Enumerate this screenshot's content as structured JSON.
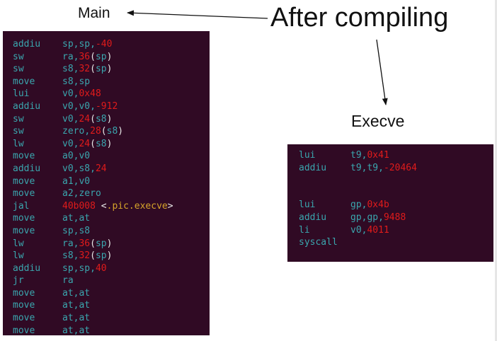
{
  "labels": {
    "main": "Main",
    "after_compiling": "After compiling",
    "execve": "Execve"
  },
  "main_code": [
    {
      "op": "addiu",
      "args": [
        {
          "t": "reg",
          "v": "sp"
        },
        {
          "t": "punc",
          "v": ","
        },
        {
          "t": "reg",
          "v": "sp"
        },
        {
          "t": "punc",
          "v": ","
        },
        {
          "t": "num",
          "v": "-40"
        }
      ]
    },
    {
      "op": "sw",
      "args": [
        {
          "t": "reg",
          "v": "ra"
        },
        {
          "t": "punc",
          "v": ","
        },
        {
          "t": "num",
          "v": "36"
        },
        {
          "t": "paren",
          "v": "("
        },
        {
          "t": "reg",
          "v": "sp"
        },
        {
          "t": "paren",
          "v": ")"
        }
      ]
    },
    {
      "op": "sw",
      "args": [
        {
          "t": "reg",
          "v": "s8"
        },
        {
          "t": "punc",
          "v": ","
        },
        {
          "t": "num",
          "v": "32"
        },
        {
          "t": "paren",
          "v": "("
        },
        {
          "t": "reg",
          "v": "sp"
        },
        {
          "t": "paren",
          "v": ")"
        }
      ]
    },
    {
      "op": "move",
      "args": [
        {
          "t": "reg",
          "v": "s8"
        },
        {
          "t": "punc",
          "v": ","
        },
        {
          "t": "reg",
          "v": "sp"
        }
      ]
    },
    {
      "op": "lui",
      "args": [
        {
          "t": "reg",
          "v": "v0"
        },
        {
          "t": "punc",
          "v": ","
        },
        {
          "t": "num",
          "v": "0x48"
        }
      ]
    },
    {
      "op": "addiu",
      "args": [
        {
          "t": "reg",
          "v": "v0"
        },
        {
          "t": "punc",
          "v": ","
        },
        {
          "t": "reg",
          "v": "v0"
        },
        {
          "t": "punc",
          "v": ","
        },
        {
          "t": "num",
          "v": "-912"
        }
      ]
    },
    {
      "op": "sw",
      "args": [
        {
          "t": "reg",
          "v": "v0"
        },
        {
          "t": "punc",
          "v": ","
        },
        {
          "t": "num",
          "v": "24"
        },
        {
          "t": "paren",
          "v": "("
        },
        {
          "t": "reg",
          "v": "s8"
        },
        {
          "t": "paren",
          "v": ")"
        }
      ]
    },
    {
      "op": "sw",
      "args": [
        {
          "t": "reg",
          "v": "zero"
        },
        {
          "t": "punc",
          "v": ","
        },
        {
          "t": "num",
          "v": "28"
        },
        {
          "t": "paren",
          "v": "("
        },
        {
          "t": "reg",
          "v": "s8"
        },
        {
          "t": "paren",
          "v": ")"
        }
      ]
    },
    {
      "op": "lw",
      "args": [
        {
          "t": "reg",
          "v": "v0"
        },
        {
          "t": "punc",
          "v": ","
        },
        {
          "t": "num",
          "v": "24"
        },
        {
          "t": "paren",
          "v": "("
        },
        {
          "t": "reg",
          "v": "s8"
        },
        {
          "t": "paren",
          "v": ")"
        }
      ]
    },
    {
      "op": "move",
      "args": [
        {
          "t": "reg",
          "v": "a0"
        },
        {
          "t": "punc",
          "v": ","
        },
        {
          "t": "reg",
          "v": "v0"
        }
      ]
    },
    {
      "op": "addiu",
      "args": [
        {
          "t": "reg",
          "v": "v0"
        },
        {
          "t": "punc",
          "v": ","
        },
        {
          "t": "reg",
          "v": "s8"
        },
        {
          "t": "punc",
          "v": ","
        },
        {
          "t": "num",
          "v": "24"
        }
      ]
    },
    {
      "op": "move",
      "args": [
        {
          "t": "reg",
          "v": "a1"
        },
        {
          "t": "punc",
          "v": ","
        },
        {
          "t": "reg",
          "v": "v0"
        }
      ]
    },
    {
      "op": "move",
      "args": [
        {
          "t": "reg",
          "v": "a2"
        },
        {
          "t": "punc",
          "v": ","
        },
        {
          "t": "reg",
          "v": "zero"
        }
      ]
    },
    {
      "op": "jal",
      "args": [
        {
          "t": "addr",
          "v": "40b008"
        },
        {
          "t": "sep",
          "v": " <"
        },
        {
          "t": "sym",
          "v": ".pic.execve"
        },
        {
          "t": "sep",
          "v": ">"
        }
      ]
    },
    {
      "op": "move",
      "args": [
        {
          "t": "reg",
          "v": "at"
        },
        {
          "t": "punc",
          "v": ","
        },
        {
          "t": "reg",
          "v": "at"
        }
      ]
    },
    {
      "op": "move",
      "args": [
        {
          "t": "reg",
          "v": "sp"
        },
        {
          "t": "punc",
          "v": ","
        },
        {
          "t": "reg",
          "v": "s8"
        }
      ]
    },
    {
      "op": "lw",
      "args": [
        {
          "t": "reg",
          "v": "ra"
        },
        {
          "t": "punc",
          "v": ","
        },
        {
          "t": "num",
          "v": "36"
        },
        {
          "t": "paren",
          "v": "("
        },
        {
          "t": "reg",
          "v": "sp"
        },
        {
          "t": "paren",
          "v": ")"
        }
      ]
    },
    {
      "op": "lw",
      "args": [
        {
          "t": "reg",
          "v": "s8"
        },
        {
          "t": "punc",
          "v": ","
        },
        {
          "t": "num",
          "v": "32"
        },
        {
          "t": "paren",
          "v": "("
        },
        {
          "t": "reg",
          "v": "sp"
        },
        {
          "t": "paren",
          "v": ")"
        }
      ]
    },
    {
      "op": "addiu",
      "args": [
        {
          "t": "reg",
          "v": "sp"
        },
        {
          "t": "punc",
          "v": ","
        },
        {
          "t": "reg",
          "v": "sp"
        },
        {
          "t": "punc",
          "v": ","
        },
        {
          "t": "num",
          "v": "40"
        }
      ]
    },
    {
      "op": "jr",
      "args": [
        {
          "t": "reg",
          "v": "ra"
        }
      ]
    },
    {
      "op": "move",
      "args": [
        {
          "t": "reg",
          "v": "at"
        },
        {
          "t": "punc",
          "v": ","
        },
        {
          "t": "reg",
          "v": "at"
        }
      ]
    },
    {
      "op": "move",
      "args": [
        {
          "t": "reg",
          "v": "at"
        },
        {
          "t": "punc",
          "v": ","
        },
        {
          "t": "reg",
          "v": "at"
        }
      ]
    },
    {
      "op": "move",
      "args": [
        {
          "t": "reg",
          "v": "at"
        },
        {
          "t": "punc",
          "v": ","
        },
        {
          "t": "reg",
          "v": "at"
        }
      ]
    },
    {
      "op": "move",
      "args": [
        {
          "t": "reg",
          "v": "at"
        },
        {
          "t": "punc",
          "v": ","
        },
        {
          "t": "reg",
          "v": "at"
        }
      ]
    }
  ],
  "execve_code": [
    {
      "op": "lui",
      "args": [
        {
          "t": "reg",
          "v": "t9"
        },
        {
          "t": "punc",
          "v": ","
        },
        {
          "t": "num",
          "v": "0x41"
        }
      ]
    },
    {
      "op": "addiu",
      "args": [
        {
          "t": "reg",
          "v": "t9"
        },
        {
          "t": "punc",
          "v": ","
        },
        {
          "t": "reg",
          "v": "t9"
        },
        {
          "t": "punc",
          "v": ","
        },
        {
          "t": "num",
          "v": "-20464"
        }
      ]
    },
    {
      "op": "",
      "args": []
    },
    {
      "op": "",
      "args": []
    },
    {
      "op": "lui",
      "args": [
        {
          "t": "reg",
          "v": "gp"
        },
        {
          "t": "punc",
          "v": ","
        },
        {
          "t": "num",
          "v": "0x4b"
        }
      ]
    },
    {
      "op": "addiu",
      "args": [
        {
          "t": "reg",
          "v": "gp"
        },
        {
          "t": "punc",
          "v": ","
        },
        {
          "t": "reg",
          "v": "gp"
        },
        {
          "t": "punc",
          "v": ","
        },
        {
          "t": "num",
          "v": "9488"
        }
      ]
    },
    {
      "op": "li",
      "args": [
        {
          "t": "reg",
          "v": "v0"
        },
        {
          "t": "punc",
          "v": ","
        },
        {
          "t": "num",
          "v": "4011"
        }
      ]
    },
    {
      "op": "syscall",
      "args": []
    }
  ],
  "colors": {
    "panel_bg": "#300a24",
    "mnemonic": "#3aa6ae",
    "number": "#e01b1b",
    "symbol": "#d6a42a"
  }
}
